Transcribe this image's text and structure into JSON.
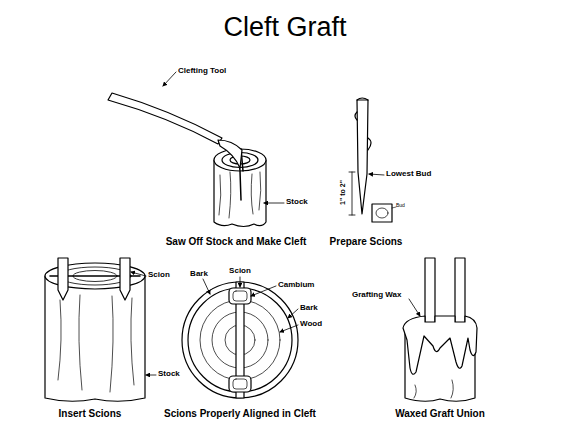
{
  "diagram": {
    "title": "Cleft Graft",
    "labels": [
      "Clefting Tool",
      "Stock",
      "Saw Off Stock and Make Cleft",
      "Lowest Bud",
      "Bud",
      "1\" to 2\"",
      "Prepare Scions",
      "Scion",
      "Stock",
      "Insert Scions",
      "Bark",
      "Scion",
      "Cambium",
      "Bark",
      "Wood",
      "Scions Properly Aligned in Cleft",
      "Grafting Wax",
      "Waxed Graft Union"
    ]
  }
}
